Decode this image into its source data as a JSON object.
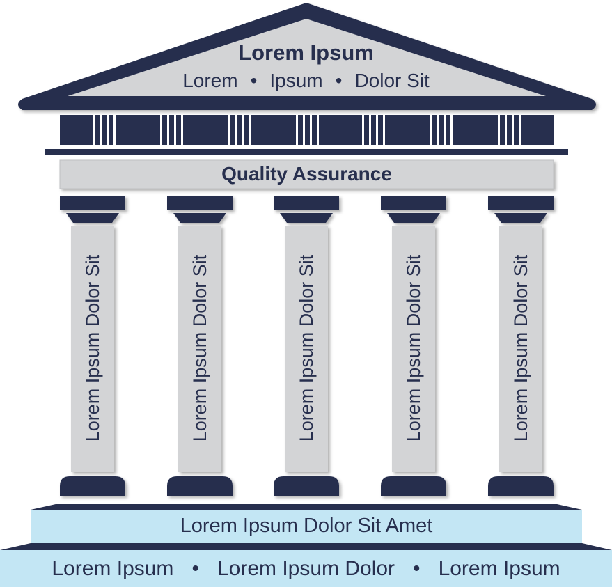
{
  "roof": {
    "title": "Lorem Ipsum",
    "subtitle_items": [
      "Lorem",
      "Ipsum",
      "Dolor Sit"
    ],
    "separator": "•"
  },
  "beam": {
    "label": "Quality Assurance"
  },
  "pillars": [
    {
      "label": "Lorem Ipsum Dolor Sit"
    },
    {
      "label": "Lorem Ipsum Dolor Sit"
    },
    {
      "label": "Lorem Ipsum Dolor Sit"
    },
    {
      "label": "Lorem Ipsum Dolor Sit"
    },
    {
      "label": "Lorem Ipsum Dolor Sit"
    }
  ],
  "foundation": {
    "upper_step": "Lorem Ipsum Dolor Sit Amet",
    "lower_step_items": [
      "Lorem Ipsum",
      "Lorem Ipsum Dolor",
      "Lorem Ipsum"
    ],
    "separator": "•"
  },
  "colors": {
    "dark": "#272f4e",
    "stone": "#d3d4d6",
    "base": "#c3e6f4"
  }
}
